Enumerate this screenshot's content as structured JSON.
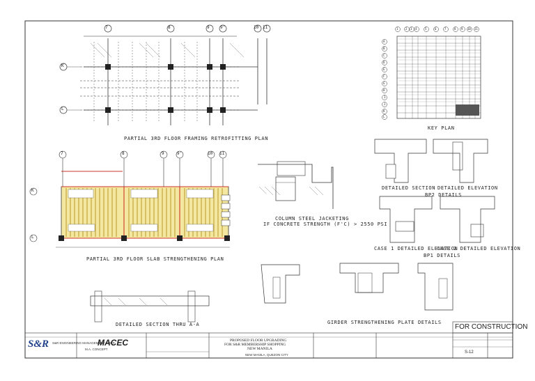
{
  "drawings": {
    "framing_plan_title": "PARTIAL 3RD FLOOR FRAMING RETROFITTING PLAN",
    "key_plan_title": "KEY PLAN",
    "slab_plan_title": "PARTIAL 3RD FLOOR SLAB STRENGTHENING PLAN",
    "column_jacket_title_1": "COLUMN STEEL JACKETING",
    "column_jacket_title_2": "IF CONCRETE STRENGTH (F'C) > 2550 PSI",
    "detailed_section_title": "DETAILED SECTION",
    "detailed_elevation_title": "DETAILED ELEVATION",
    "bp2_details": "BP2 DETAILS",
    "case1_title": "CASE 1 DETAILED ELEVATION",
    "case2_title": "CASE 2 DETAILED ELEVATION",
    "bp1_details": "BP1 DETAILS",
    "section_aa_title": "DETAILED SECTION THRU A-A",
    "girder_plate_title": "GIRDER STRENGTHENING PLATE DETAILS",
    "grid_top": [
      "7",
      "8",
      "9",
      "9'",
      "10",
      "11"
    ],
    "grid_slab": [
      "7",
      "8",
      "9",
      "9'",
      "10",
      "11"
    ],
    "grid_rows": [
      "K",
      "L"
    ],
    "key_cols": [
      "1",
      "2",
      "3",
      "4",
      "5",
      "6",
      "7",
      "8",
      "9",
      "10",
      "11"
    ],
    "key_rows": [
      "A",
      "B",
      "C",
      "D",
      "E",
      "F",
      "G",
      "H",
      "I",
      "J",
      "K",
      "L"
    ]
  },
  "stamp": "FOR CONSTRUCTION",
  "title_block": {
    "consultant_logo": "S&R",
    "consultant_name": "S&R ENGINEERING MANAGEMENT CORP.",
    "contractor_logo": "MACEC",
    "contractor_name": "M.A. CONCEPT",
    "project_line1": "PROPOSED FLOOR UPGRADING",
    "project_line2": "FOR S&R MEMBERSHIP SHOPPING",
    "project_line3": "NEW MANILA",
    "location": "NEW MANILA, QUEZON CITY",
    "sheet_number": "S-12"
  },
  "colors": {
    "line": "#333333",
    "slab_fill": "#f4e8a0",
    "slab_hatch": "#b8962a",
    "strengthen_red": "#d0342c",
    "key_hatch": "#555555"
  }
}
